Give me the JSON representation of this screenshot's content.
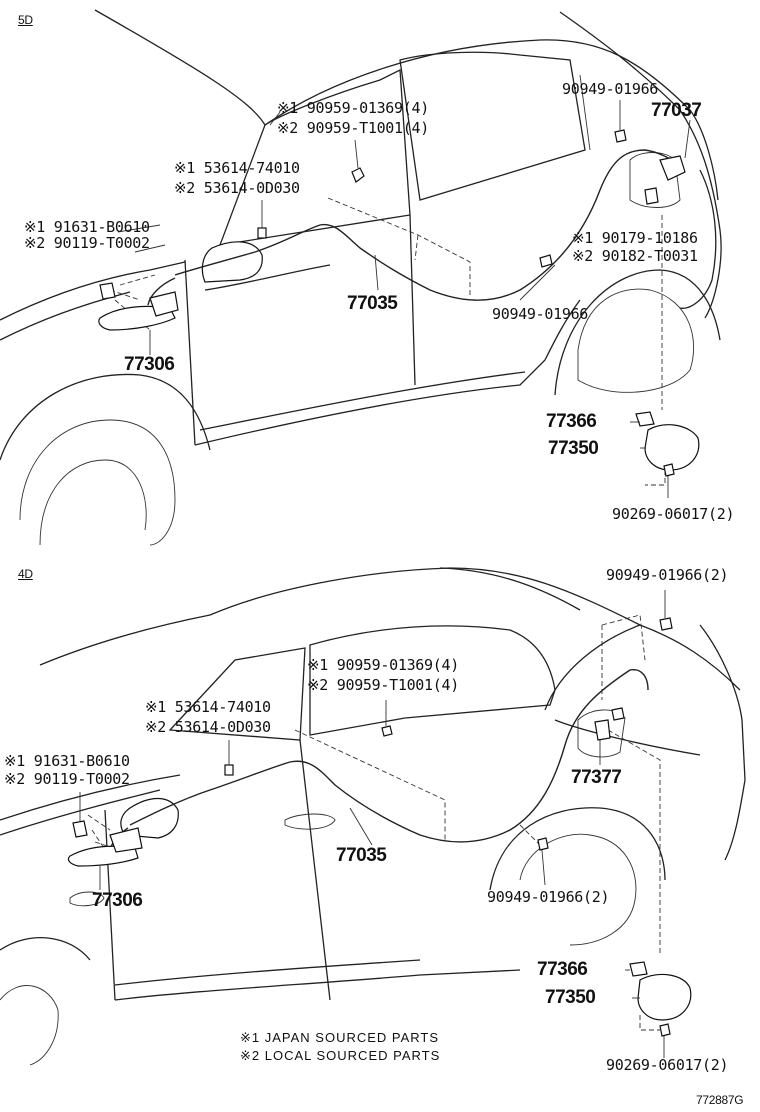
{
  "sections": {
    "upper": {
      "label": "5D",
      "parts": {
        "clip_a1": "※1 90959-01369(4)",
        "clip_a2": "※2 90959-T1001(4)",
        "clamp_1": "※1 53614-74010",
        "clamp_2": "※2 53614-0D030",
        "bolt_1": "※1 91631-B0610",
        "bolt_2": "※2 90119-T0002",
        "cable_clip_top": "90949-01966",
        "opener_lock": "77037",
        "screw_1": "※1 90179-10186",
        "screw_2": "※2 90182-T0031",
        "cable": "77035",
        "cable_clip_bottom": "90949-01966",
        "lever": "77306",
        "spring": "77366",
        "lid": "77350",
        "hinge_screw": "90269-06017(2)"
      }
    },
    "lower": {
      "label": "4D",
      "parts": {
        "cable_clip_top": "90949-01966(2)",
        "clip_a1": "※1 90959-01369(4)",
        "clip_a2": "※2 90959-T1001(4)",
        "clamp_1": "※1 53614-74010",
        "clamp_2": "※2 53614-0D030",
        "bolt_1": "※1 91631-B0610",
        "bolt_2": "※2 90119-T0002",
        "opener_lock": "77377",
        "cable": "77035",
        "lever": "77306",
        "cable_clip_bottom": "90949-01966(2)",
        "spring": "77366",
        "lid": "77350",
        "hinge_screw": "90269-06017(2)"
      }
    }
  },
  "notes": {
    "note1": "※1 JAPAN SOURCED PARTS",
    "note2": "※2 LOCAL SOURCED PARTS"
  },
  "figure_ref": "772887G"
}
